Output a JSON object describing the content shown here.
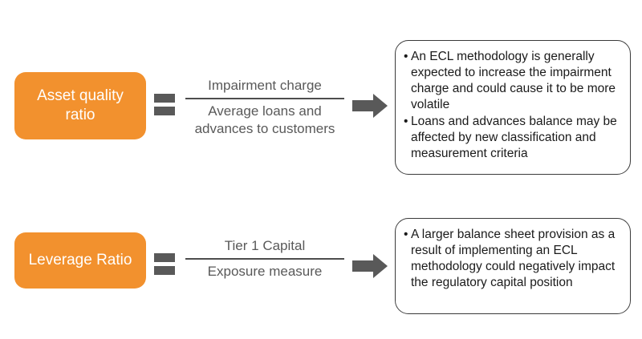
{
  "theme": {
    "box_fill": "#F2912E",
    "box_text": "#FFFFFF",
    "fraction_text": "#595959",
    "glyph_fill": "#595959",
    "arrow_fill": "#595959",
    "callout_border": "#3A3A3A",
    "callout_text": "#1A1A1A",
    "background": "#FFFFFF"
  },
  "rows": [
    {
      "metric": {
        "label": "Asset quality ratio"
      },
      "operator": {
        "icon": "equals-icon",
        "symbol": "="
      },
      "fraction": {
        "numerator": "Impairment charge",
        "denominator": "Average loans and advances to customers"
      },
      "connector": {
        "icon": "right-arrow-icon"
      },
      "callout": {
        "bullets": [
          "An ECL methodology is generally expected to increase the impairment charge and could cause it to be more volatile",
          "Loans and advances balance may be affected by new classification and measurement criteria"
        ]
      }
    },
    {
      "metric": {
        "label": "Leverage Ratio"
      },
      "operator": {
        "icon": "equals-icon",
        "symbol": "="
      },
      "fraction": {
        "numerator": "Tier 1 Capital",
        "denominator": "Exposure measure"
      },
      "connector": {
        "icon": "right-arrow-icon"
      },
      "callout": {
        "bullets": [
          "A larger balance sheet provision as a result of implementing an ECL methodology could negatively impact the regulatory capital position"
        ]
      }
    }
  ]
}
